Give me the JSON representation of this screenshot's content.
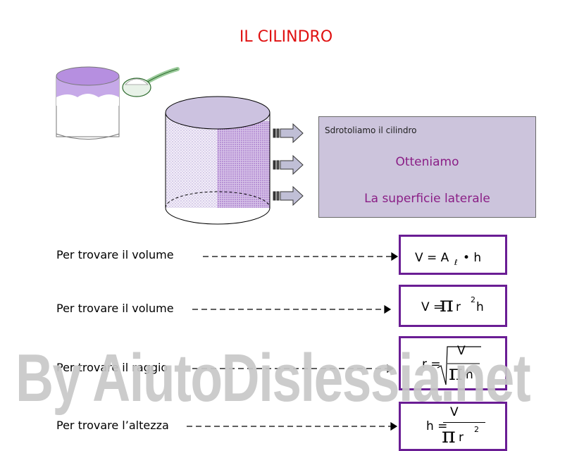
{
  "title": "IL CILINDRO",
  "unroll": {
    "caption": "Sdrotoliamo il cilindro",
    "line1": "Otteniamo",
    "line2": "La superficie laterale"
  },
  "rows": [
    {
      "label": "Per trovare il volume",
      "formula": {
        "lhs": "V  = A",
        "sub": "ℓ",
        "rest": " •  h"
      }
    },
    {
      "label": "Per trovare il volume",
      "formula": {
        "lhs": "V =",
        "pi": "π",
        "rest": " r",
        "sup": "2",
        "end": " h"
      }
    },
    {
      "label": "Per trovare il raggio",
      "formula": {
        "lhs": "r =",
        "num": "V",
        "pi": "π",
        "den_rest": " h"
      }
    },
    {
      "label": "Per trovare l’altezza",
      "formula": {
        "lhs": "h =",
        "num": "V",
        "pi": "π",
        "den_rest": " r",
        "sup": "2"
      }
    }
  ],
  "watermark": "By AiutoDislessia.net",
  "colors": {
    "title": "#e01010",
    "accent": "#8a1e86",
    "box_border": "#6a1d94",
    "box_fill": "#ccc4dc"
  }
}
